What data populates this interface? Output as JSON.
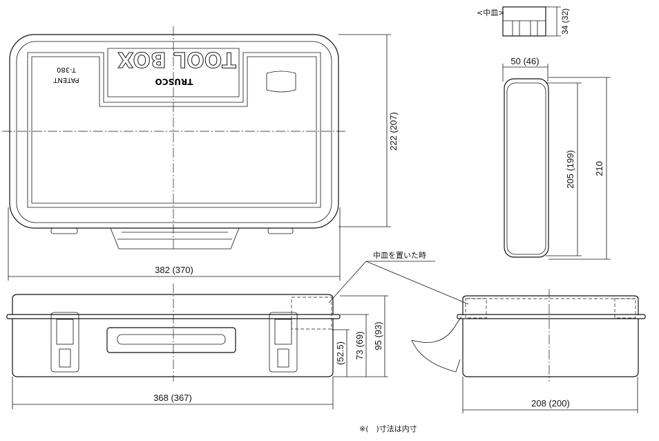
{
  "tray_label": "<中皿>",
  "tray_with_label": "中皿を置いた時",
  "note": "※(　)寸法は内寸",
  "lid_marking": {
    "brand": "TRUSCO",
    "product": "TOOL BOX",
    "patent": "PATENT",
    "model": "T-380"
  },
  "dimensions": {
    "top_height": "222 (207)",
    "top_width": "382 (370)",
    "front_width": "368 (367)",
    "front_h1": "(52.5)",
    "front_h2": "73 (69)",
    "front_h3": "95 (93)",
    "side_depth": "208 (200)",
    "tray_height": "34 (32)",
    "tray_width": "50 (46)",
    "tray_length": "205 (199)",
    "tray_outer_length": "210"
  }
}
